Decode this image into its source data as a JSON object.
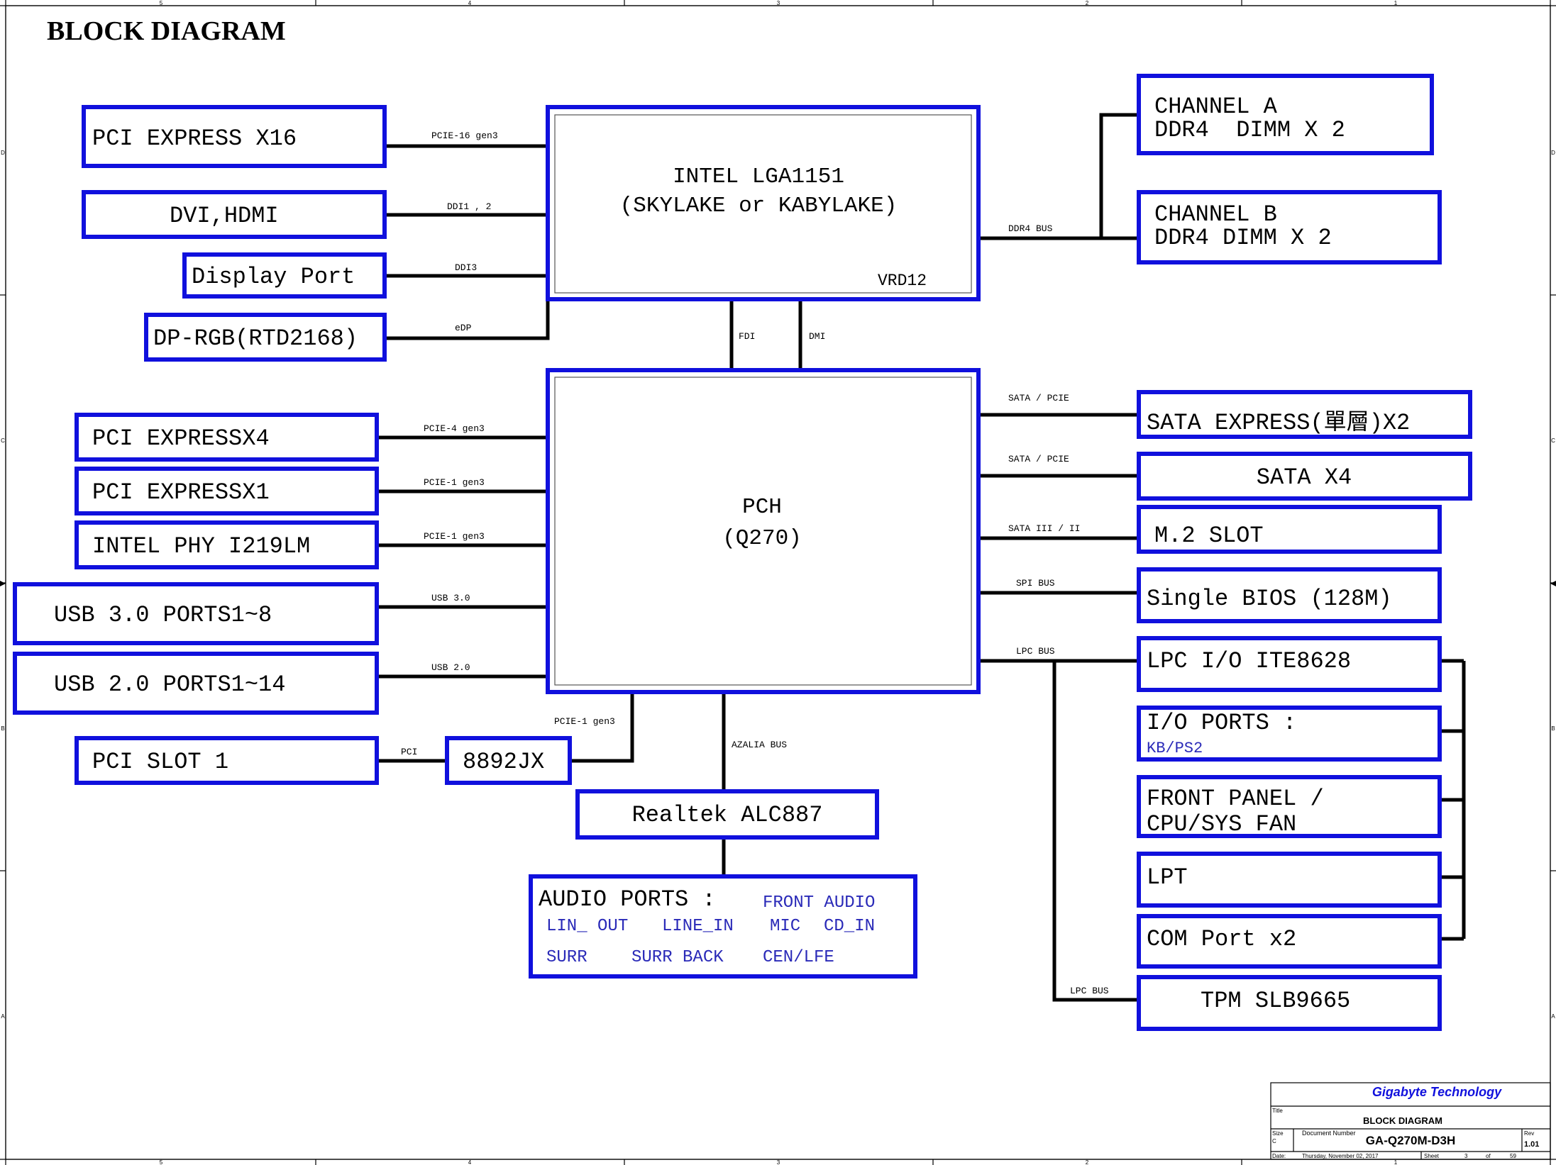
{
  "title": "BLOCK DIAGRAM",
  "colors": {
    "box_border": "#1010dd",
    "wire": "#000000",
    "blue_text": "#2a2ab8",
    "frame": "#000000"
  },
  "cpu": {
    "line1": "INTEL LGA1151",
    "line2": "(SKYLAKE or KABYLAKE)",
    "vrd": "VRD12"
  },
  "pch": {
    "line1": "PCH",
    "line2": "(Q270)"
  },
  "left_boxes": {
    "pcie_x16": "PCI EXPRESS X16",
    "dvi_hdmi": "DVI,HDMI",
    "display_port": "Display Port",
    "dp_rgb": "DP-RGB(RTD2168)",
    "pcie_x4": "PCI EXPRESSX4",
    "pcie_x1": "PCI EXPRESSX1",
    "intel_phy": "INTEL PHY I219LM",
    "usb3": "USB 3.0 PORTS1~8",
    "usb2": "USB 2.0 PORTS1~14",
    "pci_slot": "PCI SLOT 1",
    "bridge": "8892JX"
  },
  "right_boxes": {
    "channel_a_1": "CHANNEL A",
    "channel_a_2": "DDR4  DIMM X 2",
    "channel_b_1": "CHANNEL B",
    "channel_b_2": "DDR4 DIMM X 2",
    "sata_express": "SATA EXPRESS(單層)X2",
    "sata_x4": "SATA X4",
    "m2_slot": "M.2 SLOT",
    "bios": "Single BIOS (128M)",
    "lpc_io": "LPC I/O ITE8628",
    "io_ports": "I/O PORTS :",
    "io_ports_sub": "KB/PS2",
    "front_panel_1": "FRONT PANEL /",
    "front_panel_2": "CPU/SYS FAN",
    "lpt": "LPT",
    "com_port": "COM Port x2",
    "tpm": "TPM SLB9665"
  },
  "audio": {
    "codec": "Realtek ALC887",
    "ports_title": "AUDIO PORTS :",
    "front_audio": "FRONT AUDIO",
    "lin_out": "LIN_ OUT",
    "line_in": "LINE_IN",
    "mic": "MIC",
    "cd_in": "CD_IN",
    "surr": "SURR",
    "surr_back": "SURR BACK",
    "cen_lfe": "CEN/LFE"
  },
  "bus_labels": {
    "pcie16": "PCIE-16 gen3",
    "ddi12": "DDI1 , 2",
    "ddi3": "DDI3",
    "edp": "eDP",
    "fdi": "FDI",
    "dmi": "DMI",
    "ddr4": "DDR4 BUS",
    "pcie4": "PCIE-4 gen3",
    "pcie1a": "PCIE-1 gen3",
    "pcie1b": "PCIE-1 gen3",
    "usb30": "USB 3.0",
    "usb20": "USB 2.0",
    "pcie1c": "PCIE-1 gen3",
    "pci": "PCI",
    "azalia": "AZALIA BUS",
    "sata_pcie1": "SATA / PCIE",
    "sata_pcie2": "SATA / PCIE",
    "sata3": "SATA III / II",
    "spi": "SPI BUS",
    "lpc1": "LPC BUS",
    "lpc2": "LPC BUS"
  },
  "title_block": {
    "company": "Gigabyte Technology",
    "title_label": "Title",
    "title": "BLOCK DIAGRAM",
    "size_label": "Size",
    "size": "C",
    "docnum_label": "Document Number",
    "docnum": "GA-Q270M-D3H",
    "rev_label": "Rev",
    "rev": "1.01",
    "date_label": "Date:",
    "date": "Thursday, November 02, 2017",
    "sheet_label": "Sheet",
    "sheet": "3",
    "of_label": "of",
    "sheets_total": "59"
  },
  "frame_markers": {
    "top": [
      "5",
      "4",
      "3",
      "2",
      "1"
    ],
    "bottom": [
      "5",
      "4",
      "3",
      "2",
      "1"
    ],
    "left": [
      "D",
      "C",
      "B",
      "A"
    ],
    "right": [
      "D",
      "C",
      "B",
      "A"
    ]
  }
}
